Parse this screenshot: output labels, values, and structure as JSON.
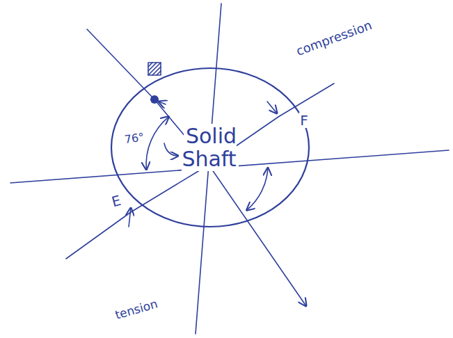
{
  "diagram": {
    "nodes": [
      {
        "text": [
          "Solid Shaft"
        ]
      }
    ],
    "labels": [
      "compression",
      "76°",
      "F",
      "E",
      "tension"
    ]
  }
}
